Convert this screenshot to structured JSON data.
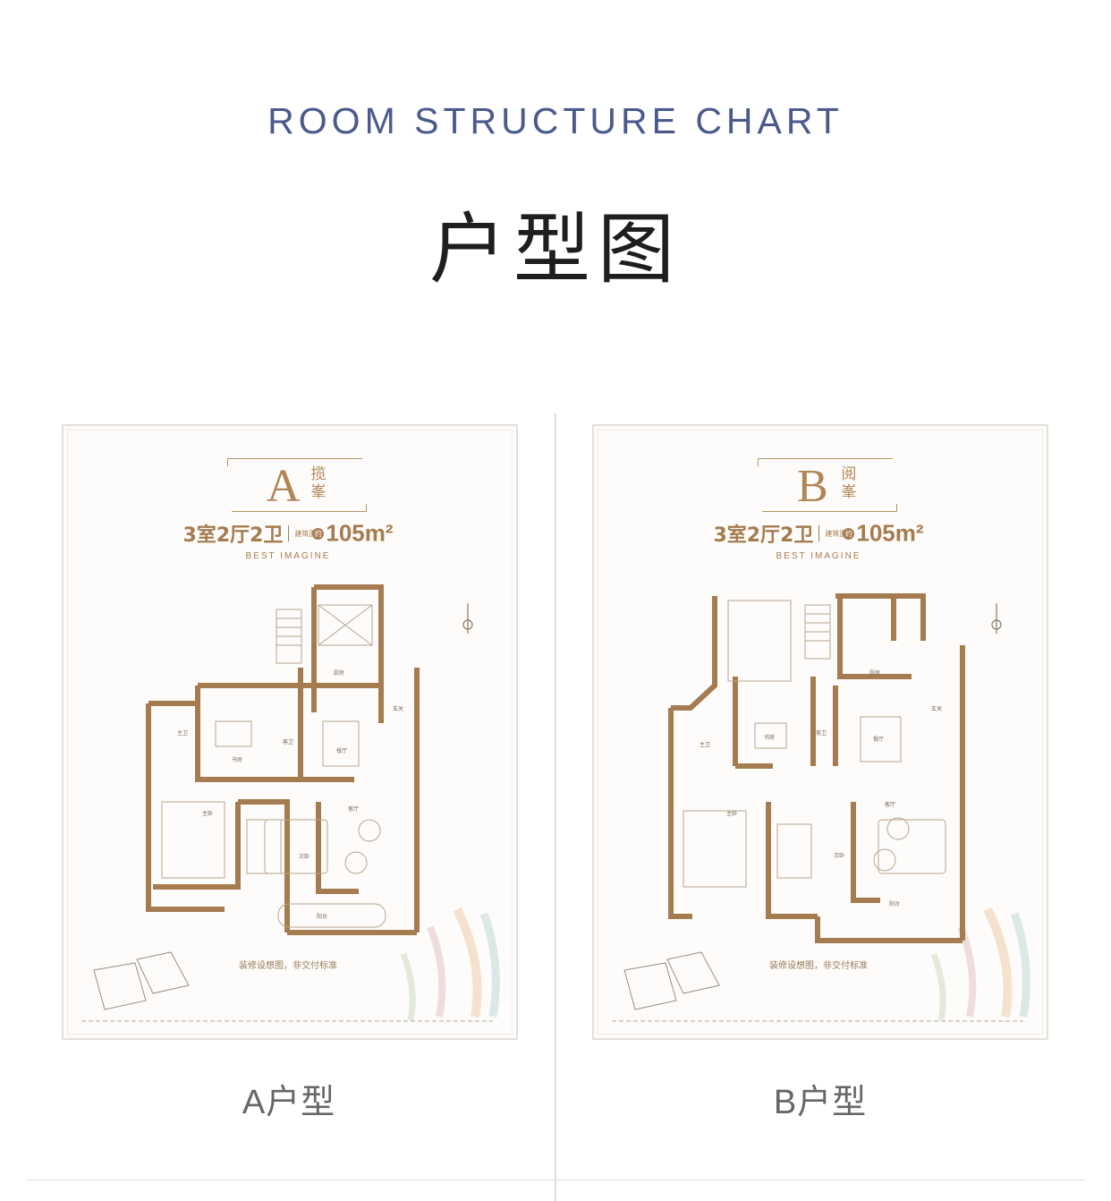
{
  "header": {
    "subtitle_en": "ROOM STRUCTURE CHART",
    "title_zh": "户型图"
  },
  "plans": [
    {
      "letter": "A",
      "name": "揽峯",
      "rooms": "3室2厅2卫",
      "area_label": "建筑面积",
      "approx": "约",
      "area": "105m²",
      "tagline": "BEST IMAGINE",
      "disclaimer": "装修设想图，非交付标准",
      "caption": "A户型",
      "labels": {
        "kitchen": "厨房",
        "foyer": "玄关",
        "master_bath": "主卫",
        "study": "书房",
        "guest_bath": "客卫",
        "dining": "餐厅",
        "master_bed": "主卧",
        "second_bed": "次卧",
        "living": "客厅",
        "balcony": "阳台"
      }
    },
    {
      "letter": "B",
      "name": "阅峯",
      "rooms": "3室2厅2卫",
      "area_label": "建筑面积",
      "approx": "约",
      "area": "105m²",
      "tagline": "BEST IMAGINE",
      "disclaimer": "装修设想图，非交付标准",
      "caption": "B户型",
      "labels": {
        "kitchen": "厨房",
        "foyer": "玄关",
        "master_bath": "主卫",
        "study": "书房",
        "guest_bath": "客卫",
        "dining": "餐厅",
        "master_bed": "主卧",
        "second_bed": "次卧",
        "living": "客厅",
        "balcony": "阳台"
      }
    }
  ],
  "colors": {
    "accent_gold": "#a57c50",
    "title_blue": "#4a5a8c",
    "caption_gray": "#666666"
  }
}
